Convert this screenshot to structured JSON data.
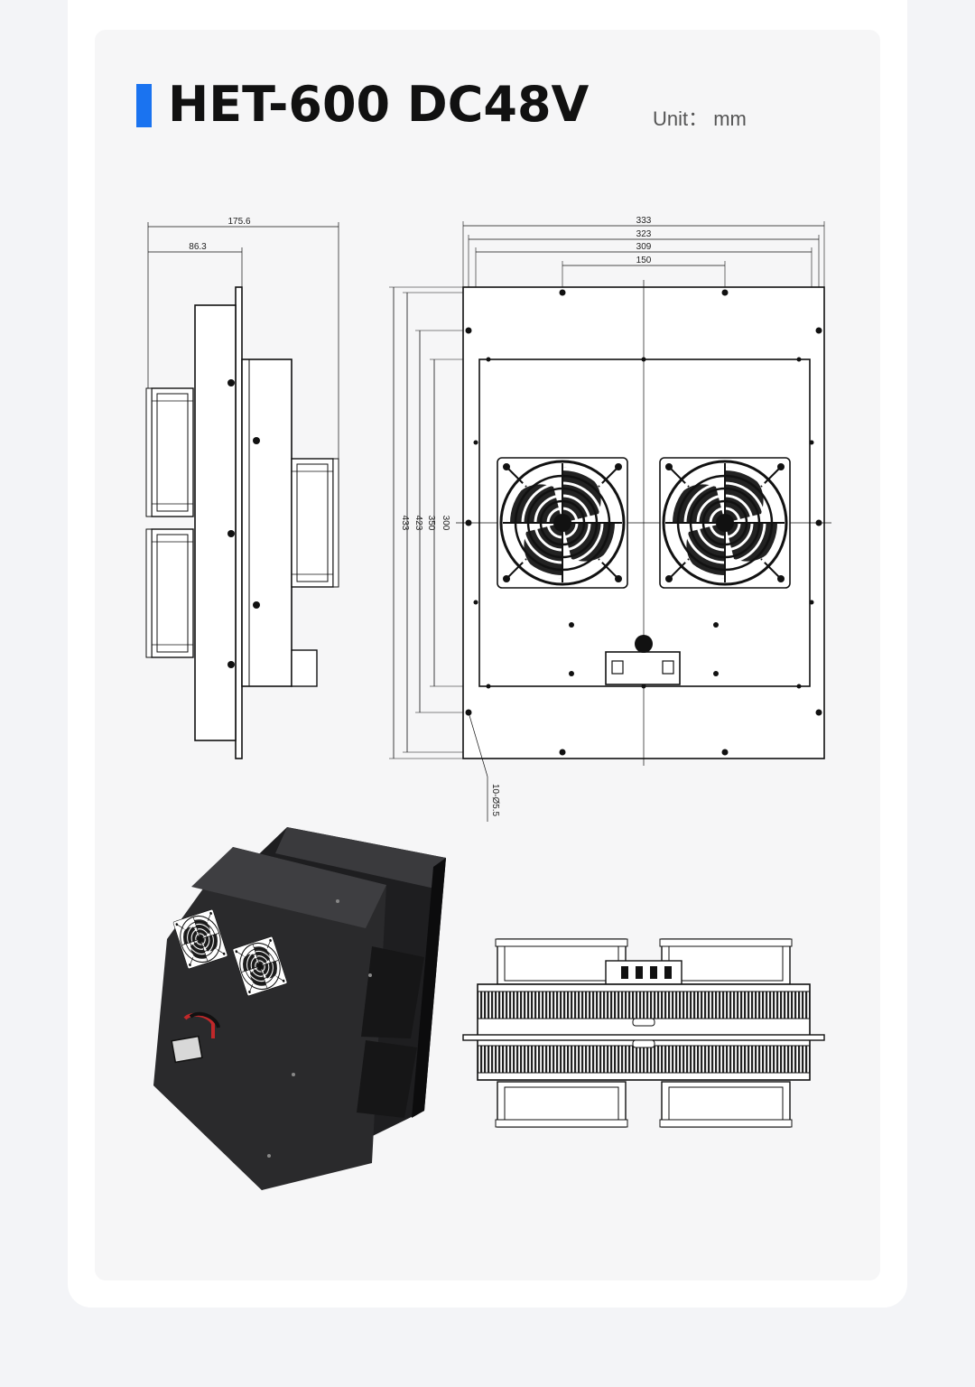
{
  "header": {
    "model": "HET-600 DC48V",
    "unit": "Unit： mm"
  },
  "accent_color": "#1a73f0",
  "side_view": {
    "dims": [
      "175.6",
      "86.3"
    ]
  },
  "front_view": {
    "width_dims": [
      "333",
      "323",
      "309",
      "150"
    ],
    "height_dims": [
      "433",
      "423",
      "350",
      "300"
    ],
    "hole_callout": "10-Ø5.5"
  },
  "product_photo": {
    "icon": "peltier-cooler-photo"
  },
  "bottom_view": {
    "icon": "heatsink-bottom-view"
  }
}
